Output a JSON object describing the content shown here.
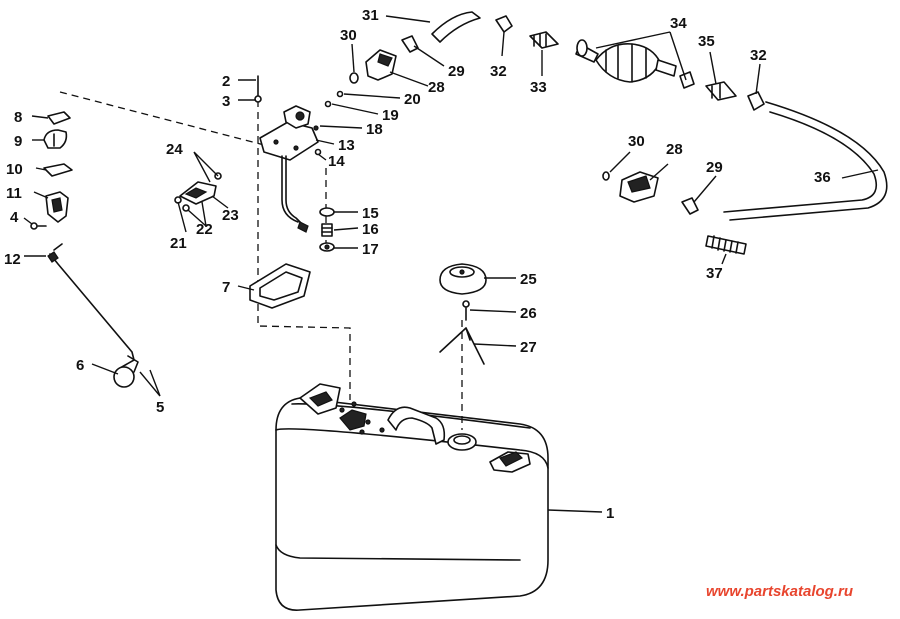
{
  "callouts": [
    "1",
    "2",
    "3",
    "4",
    "5",
    "6",
    "7",
    "8",
    "9",
    "10",
    "11",
    "12",
    "13",
    "14",
    "15",
    "16",
    "17",
    "18",
    "19",
    "20",
    "21",
    "22",
    "23",
    "24",
    "25",
    "26",
    "27",
    "28",
    "29",
    "30",
    "31",
    "32",
    "33",
    "34",
    "35",
    "36",
    "37",
    "28",
    "29",
    "30",
    "32"
  ],
  "watermark": "www.partskatalog.ru",
  "colors": {
    "ink": "#111111",
    "watermark": "#e8452e",
    "background": "#ffffff"
  }
}
